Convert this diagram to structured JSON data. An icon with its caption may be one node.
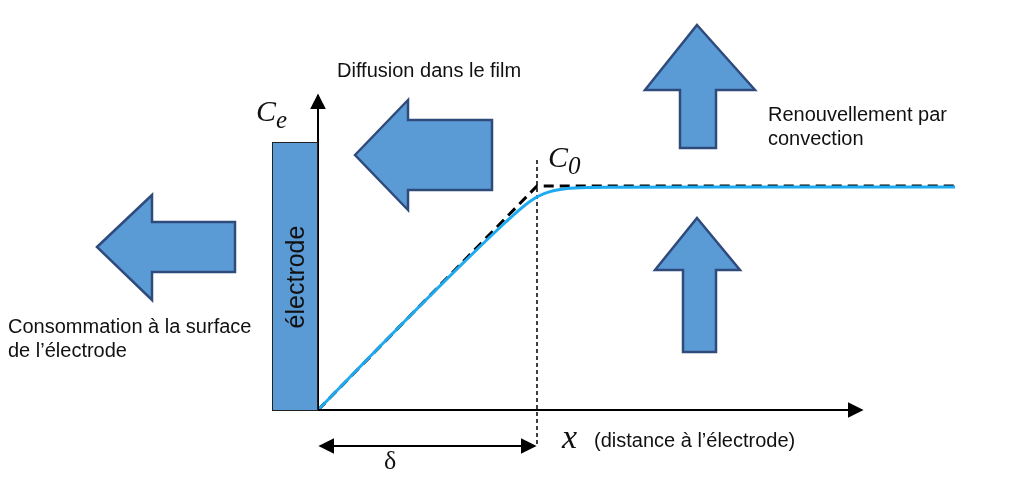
{
  "diagram": {
    "nodes": [
      {
        "text": [
          "électrode"
        ]
      }
    ],
    "labels": [
      "Diffusion dans le film",
      "Renouvellement par convection",
      "C$_{e}$",
      "C$_{0}$",
      "Consommation à la surface de l’électrode",
      "x",
      "(distance à l’électrode)",
      "δ"
    ]
  }
}
